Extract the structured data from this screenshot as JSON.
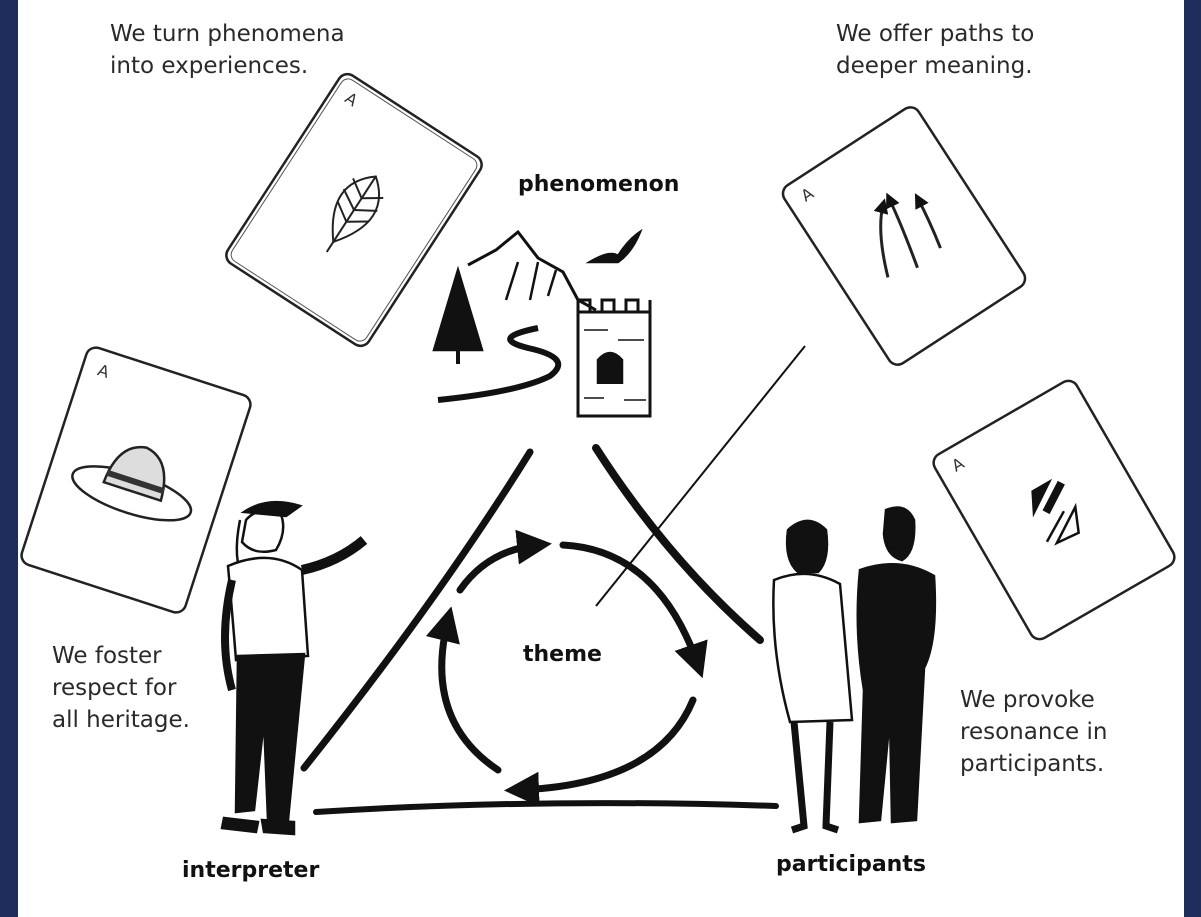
{
  "captions": {
    "top_left": [
      "We turn phenomena",
      "into experiences."
    ],
    "top_right": [
      "We offer paths to",
      "deeper meaning."
    ],
    "left": [
      "We foster",
      "respect for",
      "all heritage."
    ],
    "right": [
      "We provoke",
      "resonance in",
      "participants."
    ]
  },
  "labels": {
    "phenomenon": "phenomenon",
    "theme": "theme",
    "interpreter": "interpreter",
    "participants": "participants"
  },
  "card_corner_letter": "A",
  "colors": {
    "frame": "#1f2d5c",
    "background": "#ffffff",
    "ink": "#111111"
  }
}
